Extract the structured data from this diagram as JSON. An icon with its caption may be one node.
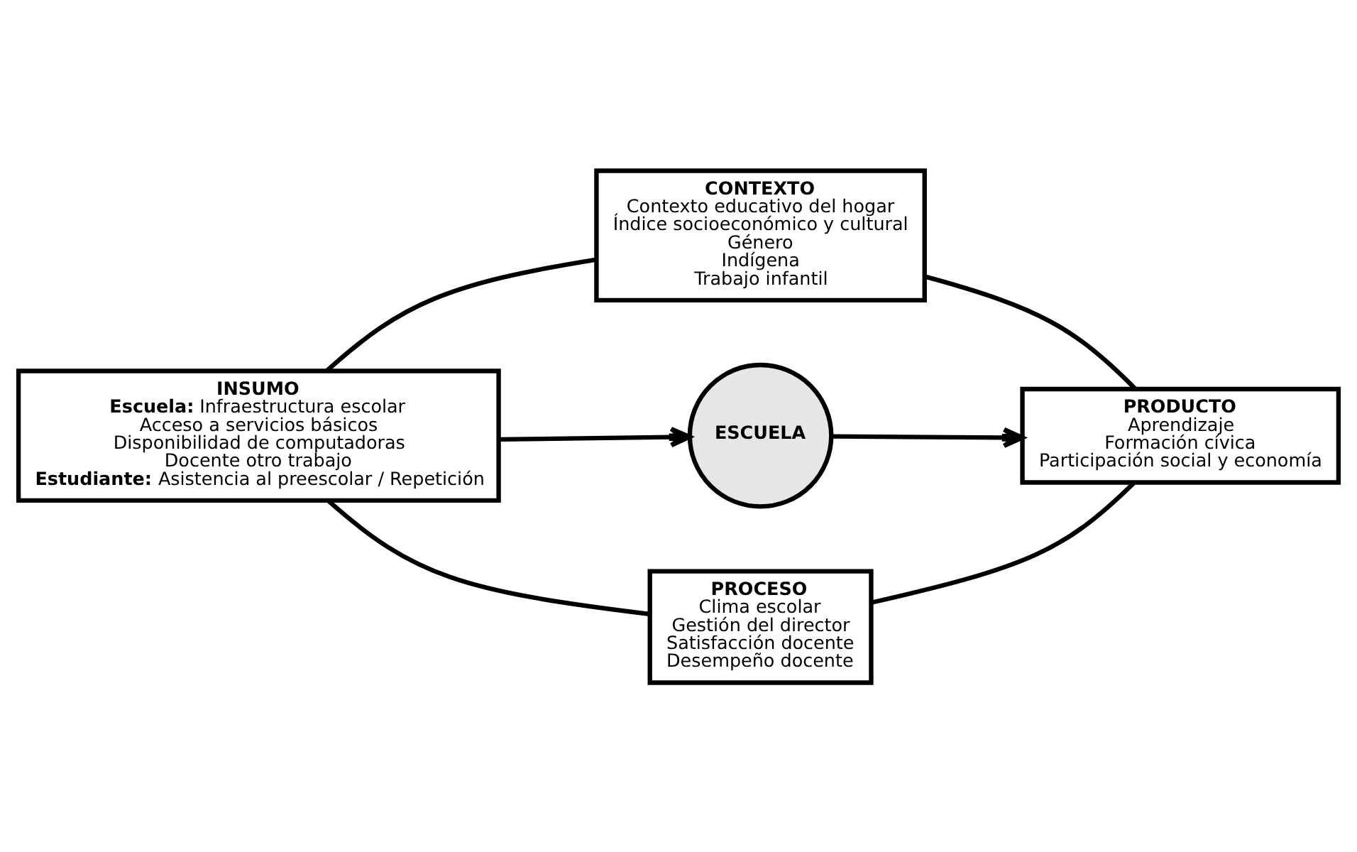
{
  "diagram": {
    "nodes": [
      {
        "text": [
          "CONTEXTO",
          "Contexto educativo del hogar",
          "Índice socioeconómico y cultural",
          "Género",
          "Indígena",
          "Trabajo infantil"
        ]
      },
      {
        "text": [
          "INSUMO",
          "**Escuela:** Infraestructura escolar",
          "Acceso a servicios básicos",
          "Disponibilidad de computadoras",
          "Docente otro trabajo",
          "**Estudiante:** Asistencia al preescolar / Repetición"
        ]
      },
      {
        "text": [
          "ESCUELA"
        ]
      },
      {
        "text": [
          "PRODUCTO",
          "Aprendizaje",
          "Formación cívica",
          "Participación social y economía"
        ]
      },
      {
        "text": [
          "PROCESO",
          "Clima escolar",
          "Gestión del director",
          "Satisfacción docente",
          "Desempeño docente"
        ]
      }
    ],
    "edges": [
      {
        "from": 1,
        "to": 2,
        "arrow": "to"
      },
      {
        "from": 2,
        "to": 3,
        "arrow": "to"
      },
      {
        "from": 1,
        "to": 0,
        "arrow": "none"
      },
      {
        "from": 0,
        "to": 3,
        "arrow": "none"
      },
      {
        "from": 1,
        "to": 4,
        "arrow": "none"
      },
      {
        "from": 4,
        "to": 3,
        "arrow": "none"
      }
    ]
  }
}
